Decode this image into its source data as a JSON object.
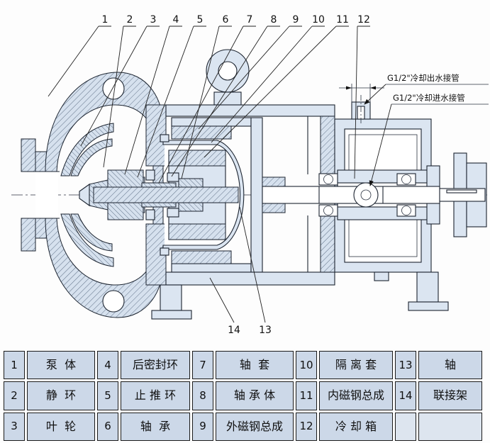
{
  "colors": {
    "paper": "#fdfdfd",
    "metal_fill": "#dbe5f1",
    "hatch_fill": "#d6e1ee",
    "line": "#1c2430",
    "table_cell": "#ccd8e8"
  },
  "drawing": {
    "top_callouts": [
      "1",
      "2",
      "3",
      "4",
      "5",
      "6",
      "7",
      "8",
      "9",
      "10",
      "11",
      "12"
    ],
    "bottom_callouts": [
      "14",
      "13"
    ],
    "annotations": {
      "outlet": "G1/2\"冷却出水接管",
      "inlet": "G1/2\"冷却进水接管"
    }
  },
  "table": {
    "rows": [
      [
        {
          "num": "1",
          "name": "泵  体"
        },
        {
          "num": "4",
          "name": "后密封环"
        },
        {
          "num": "7",
          "name": "轴  套"
        },
        {
          "num": "10",
          "name": "隔 离 套"
        },
        {
          "num": "13",
          "name": "轴"
        }
      ],
      [
        {
          "num": "2",
          "name": "静  环"
        },
        {
          "num": "5",
          "name": "止 推 环"
        },
        {
          "num": "8",
          "name": "轴 承 体"
        },
        {
          "num": "11",
          "name": "内磁钢总成"
        },
        {
          "num": "14",
          "name": "联接架"
        }
      ],
      [
        {
          "num": "3",
          "name": "叶  轮"
        },
        {
          "num": "6",
          "name": "轴  承"
        },
        {
          "num": "9",
          "name": "外磁钢总成"
        },
        {
          "num": "12",
          "name": "冷 却 箱"
        },
        {
          "num": "",
          "name": ""
        }
      ]
    ]
  }
}
